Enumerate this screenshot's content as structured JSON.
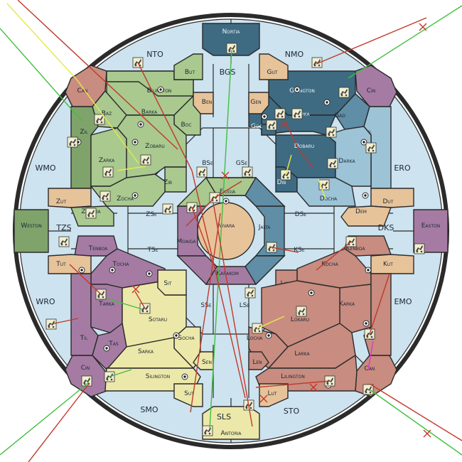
{
  "colors": {
    "sea": "#cde3ef",
    "sea_deep": "#b6d4e6",
    "orange_tan": "#e7c39a",
    "green": "#a9c98f",
    "green_dark": "#7fa36a",
    "teal_dark": "#3e6b82",
    "teal_mid": "#5f8ea6",
    "teal_light": "#9dc3d6",
    "red": "#c88c80",
    "purple": "#a57ba3",
    "yellow": "#ece8a9",
    "border": "#2b2b2b",
    "order_red": "#c0392b",
    "order_green": "#3fbf3f",
    "order_yellow": "#e8e84a",
    "order_magenta": "#d43fc8"
  },
  "icons": {
    "unit": "army-unit-icon",
    "supply": "supply-center-dot"
  },
  "labels": {
    "nortia": "Nortia",
    "bgs": "BGS",
    "nto": "NTO",
    "nmo": "NMO",
    "but": "But",
    "gut": "Gut",
    "ben": "Ben",
    "gen": "Gen",
    "bilington": "Bilington",
    "gilington": "Gilington",
    "can_nw": "Can",
    "cin_ne": "Cin",
    "baz": "Baz",
    "barka": "Barka",
    "boc": "Boc",
    "goc": "Goc",
    "garka": "Garka",
    "gad": "Gad",
    "zil": "Zil",
    "dil": "Dil",
    "zarka": "Zarka",
    "zobaru": "Zobaru",
    "dobaru": "Dobaru",
    "darka": "Darka",
    "bse": "BSe",
    "gse": "GSe",
    "wmo": "WMO",
    "ero": "ERO",
    "zib": "Zib",
    "dib": "Dib",
    "zocha": "Zocha",
    "docha": "Docha",
    "zut": "Zut",
    "dut": "Dut",
    "fiogia": "Fiogia",
    "zenboa": "Zenboa",
    "dem": "Dem",
    "weston": "Weston",
    "easton": "Easton",
    "tzs": "TZS",
    "zse": "ZSe",
    "nivara": "Nivara",
    "jalta": "Jalta",
    "dse": "DSe",
    "dks": "DKS",
    "moaiga": "Moaiga",
    "tse": "TSe",
    "kse": "KSe",
    "tenboa": "Tenboa",
    "kenboa": "Kenboa",
    "tut": "Tut",
    "kut": "Kut",
    "tocha": "Tocha",
    "kocha": "Kocha",
    "karakom": "Karakom",
    "sit": "Sit",
    "lik": "Lik",
    "tarka": "Tarka",
    "karka": "Karka",
    "wro": "WRO",
    "emo": "EMO",
    "sotaru": "Sotaru",
    "sse": "SSe",
    "lse": "LSe",
    "lokaru": "Lokaru",
    "til": "Til",
    "kil": "Kil",
    "tas": "Tas",
    "sarka": "Sarka",
    "socha": "Socha",
    "locha": "Locha",
    "larka": "Larka",
    "cin_sw": "Cin",
    "can_se": "Can",
    "silington": "Silington",
    "lilington": "Lilington",
    "sen": "Sen",
    "len": "Len",
    "sut": "Sut",
    "lut": "Lut",
    "smo": "SMO",
    "sls": "SLS",
    "sto": "STO",
    "antoria": "Antoria"
  },
  "orders": [
    {
      "color": "order_yellow",
      "desc": "yellow line toward Can"
    },
    {
      "color": "order_green",
      "desc": "green line Nortia to Antoria"
    }
  ]
}
